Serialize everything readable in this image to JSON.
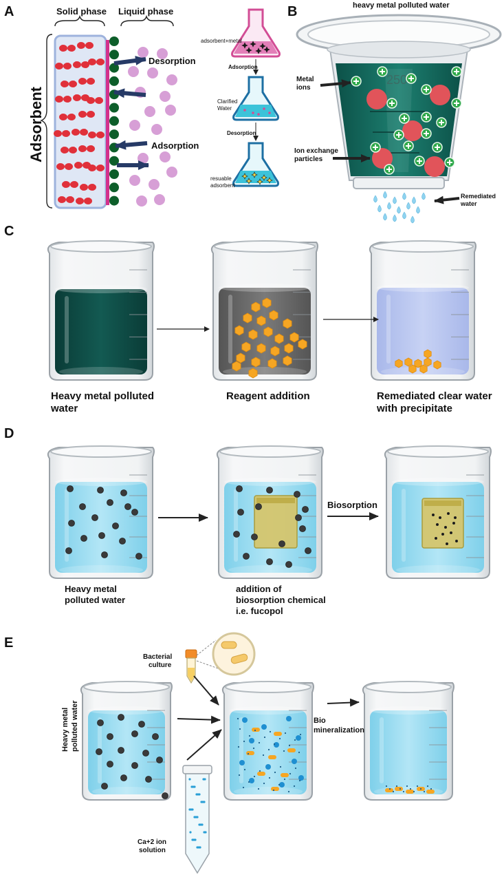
{
  "panels": {
    "a": {
      "letter": "A",
      "solid_phase": "Solid phase",
      "liquid_phase": "Liquid phase",
      "adsorbent": "Adsorbent",
      "desorption": "Desorption",
      "adsorption": "Adsorption",
      "flask1": "adsorbent+metal",
      "step1": "Adsorption",
      "flask2_line1": "Clarified",
      "flask2_line2": "Water",
      "step2": "Desorption",
      "flask3_line1": "resuable",
      "flask3_line2": "adsorbent"
    },
    "b": {
      "letter": "B",
      "title": "heavy metal polluted water",
      "metal_line1": "Metal",
      "metal_line2": "ions",
      "ion_line1": "Ion exchange",
      "ion_line2": "particles",
      "rem_line1": "Remediated",
      "rem_line2": "water",
      "volume_mark": "250"
    },
    "c": {
      "letter": "C",
      "cap1_line1": "Heavy metal polluted",
      "cap1_line2": "water",
      "cap2": "Reagent addition",
      "cap3_line1": "Remediated clear water",
      "cap3_line2": "with precipitate"
    },
    "d": {
      "letter": "D",
      "cap1_line1": "Heavy metal",
      "cap1_line2": "polluted water",
      "cap2_line1": "addition of",
      "cap2_line2": "biosorption chemical",
      "cap2_line3": "i.e. fucopol",
      "step": "Biosorption"
    },
    "e": {
      "letter": "E",
      "bact_line1": "Bacterial",
      "bact_line2": "culture",
      "vertical_line1": "Heavy metal",
      "vertical_line2": "polluted water",
      "step_line1": "Bio",
      "step_line2": "mineralization",
      "ca_line1": "Ca+2 ion",
      "ca_line2": "solution"
    }
  },
  "colors": {
    "dark_teal_water": "#0e4a44",
    "gray_water": "#6b6b6b",
    "lavender_water": "#b9c6ef",
    "light_blue_water": "#9fdcf0",
    "orange_particle": "#f6a623",
    "red_particle": "#e0303a",
    "green_site": "#0d5e2a",
    "pink_particle": "#d79fd6",
    "magenta_bar": "#d3318c"
  }
}
